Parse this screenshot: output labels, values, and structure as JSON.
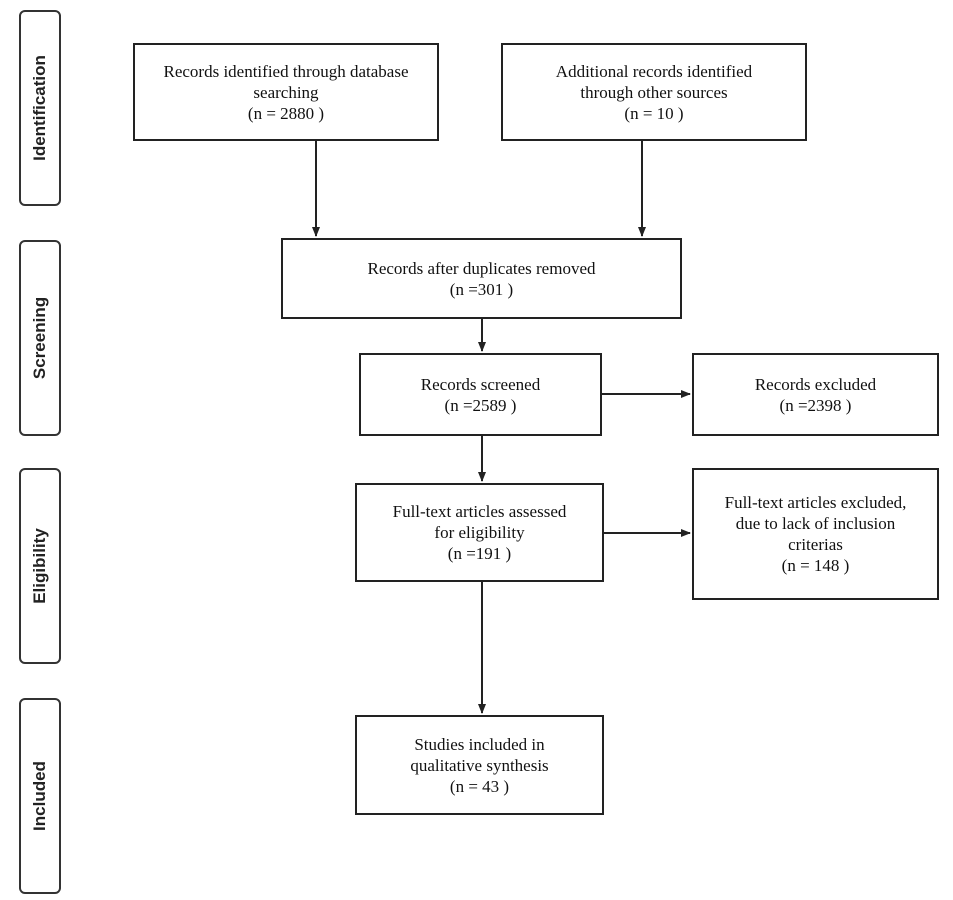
{
  "phases": {
    "identification": "Identification",
    "screening": "Screening",
    "eligibility": "Eligibility",
    "included": "Included"
  },
  "boxes": {
    "database": {
      "line1": "Records identified through database",
      "line2": "searching",
      "count": "(n = 2880  )"
    },
    "other_sources": {
      "line1": "Additional records identified",
      "line2": "through other sources",
      "count": "(n = 10  )"
    },
    "duplicates_removed": {
      "line1": "Records after duplicates removed",
      "count": "(n =301   )"
    },
    "screened": {
      "line1": "Records screened",
      "count": "(n =2589   )"
    },
    "excluded": {
      "line1": "Records excluded",
      "count": "(n =2398   )"
    },
    "fulltext_assessed": {
      "line1": "Full-text articles assessed",
      "line2": "for eligibility",
      "count": "(n =191   )"
    },
    "fulltext_excluded": {
      "line1": "Full-text articles excluded,",
      "line2": "due to lack of inclusion",
      "line3": "criterias",
      "count": "(n = 148  )"
    },
    "included_studies": {
      "line1": "Studies included in",
      "line2": "qualitative synthesis",
      "count": "(n = 43  )"
    }
  }
}
